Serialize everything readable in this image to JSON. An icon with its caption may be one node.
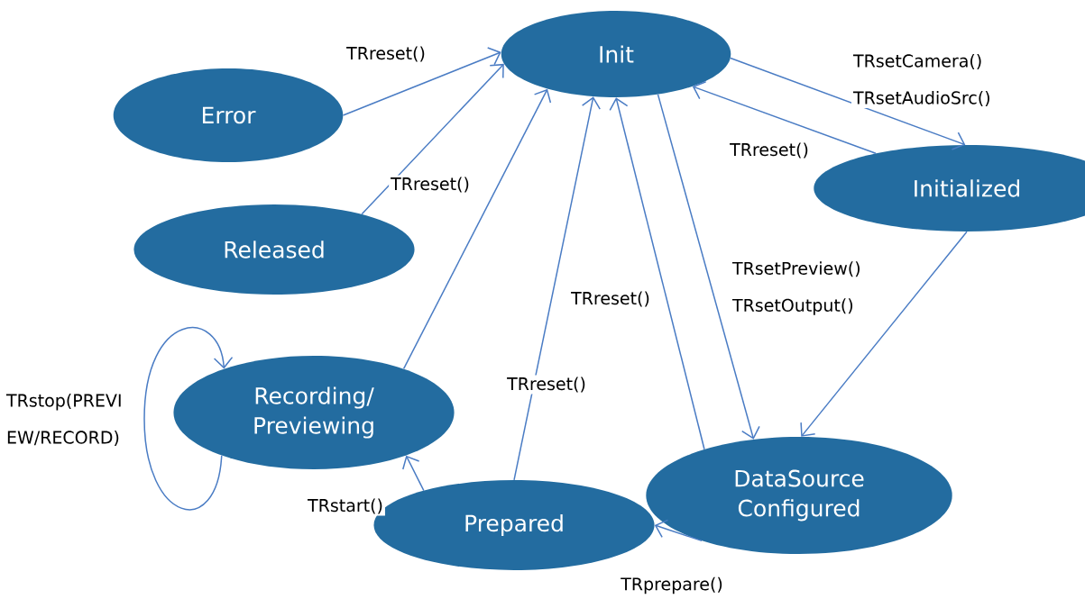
{
  "diagram": {
    "nodes": [
      {
        "text": [
          "Init"
        ]
      },
      {
        "text": [
          "Error"
        ]
      },
      {
        "text": [
          "Initialized"
        ]
      },
      {
        "text": [
          "Released"
        ]
      },
      {
        "text": [
          "Recording/ Previewing"
        ]
      },
      {
        "text": [
          "Prepared"
        ]
      },
      {
        "text": [
          "DataSource Configured"
        ]
      }
    ],
    "edges": [
      {
        "from": 1,
        "to": 0,
        "arrow": "to",
        "label": "TRreset()"
      },
      {
        "from": 3,
        "to": 0,
        "arrow": "to",
        "label": "TRreset()"
      },
      {
        "from": 4,
        "to": 0,
        "arrow": "to"
      },
      {
        "from": 5,
        "to": 0,
        "arrow": "to",
        "label": "TRreset()"
      },
      {
        "from": 6,
        "to": 0,
        "arrow": "to",
        "label": "TRreset()"
      },
      {
        "from": 0,
        "to": 6,
        "arrow": "to",
        "label": "TRsetPreview() TRsetOutput()"
      },
      {
        "from": 0,
        "to": 2,
        "arrow": "to",
        "label": "TRsetCamera() TRsetAudioSrc()"
      },
      {
        "from": 2,
        "to": 0,
        "arrow": "to",
        "label": "TRreset()"
      },
      {
        "from": 2,
        "to": 6,
        "arrow": "to"
      },
      {
        "from": 6,
        "to": 5,
        "arrow": "to",
        "label": "TRprepare()"
      },
      {
        "from": 5,
        "to": 4,
        "arrow": "to",
        "label": "TRstart()"
      },
      {
        "from": 4,
        "to": 4,
        "arrow": "to",
        "label": "TRstop(PREVI EW/RECORD)"
      }
    ]
  }
}
